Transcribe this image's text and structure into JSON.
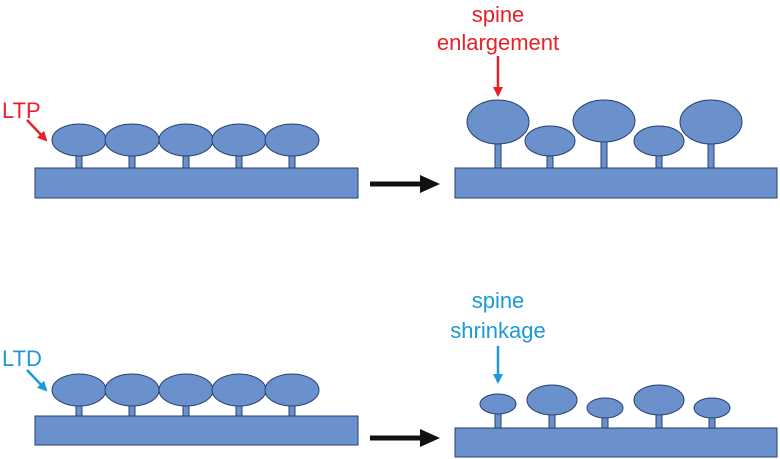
{
  "colors": {
    "spine_fill": "#6a91cc",
    "outline": "#27406e",
    "ltp_red": "#e8202a",
    "ltd_blue": "#1a9ad8",
    "arrow_black": "#111111"
  },
  "ltp": {
    "label": "LTP",
    "result_label_line1": "spine",
    "result_label_line2": "enlargement"
  },
  "ltd": {
    "label": "LTD",
    "result_label_line1": "spine",
    "result_label_line2": "shrinkage"
  }
}
